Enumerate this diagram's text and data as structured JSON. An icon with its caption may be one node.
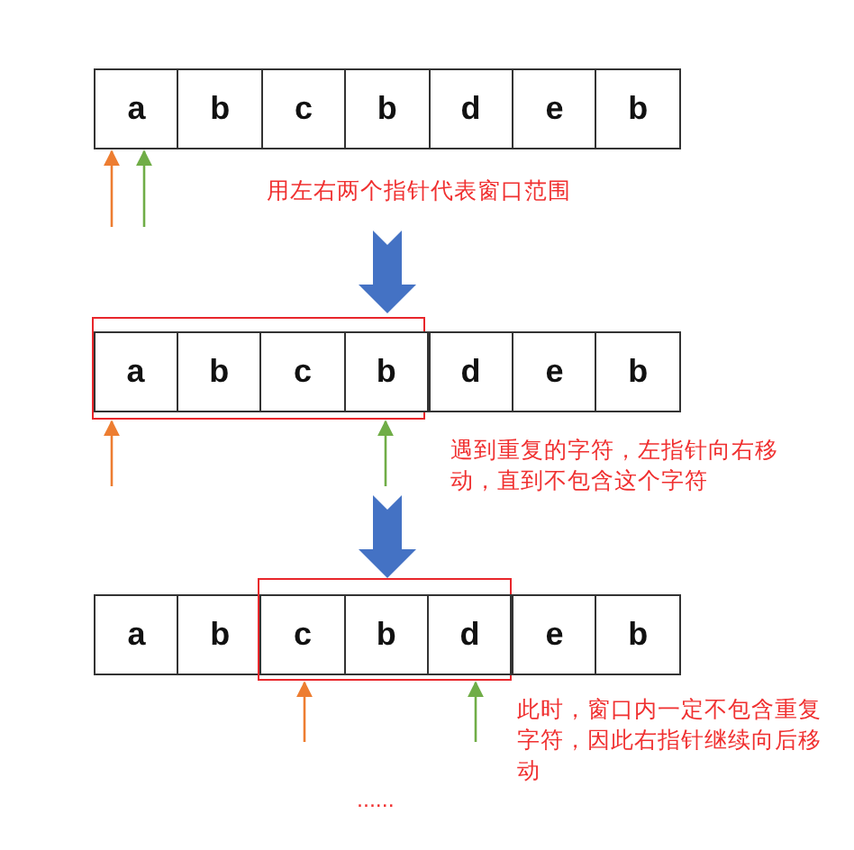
{
  "diagram": {
    "nodes": [
      {
        "text": [
          "a"
        ]
      },
      {
        "text": [
          "b"
        ]
      },
      {
        "text": [
          "c"
        ]
      },
      {
        "text": [
          "b"
        ]
      },
      {
        "text": [
          "d"
        ]
      },
      {
        "text": [
          "e"
        ]
      },
      {
        "text": [
          "b"
        ]
      },
      {
        "text": [],
        "shape": "box"
      },
      {
        "text": [
          "a"
        ],
        "in": 7
      },
      {
        "text": [
          "b"
        ],
        "in": 7
      },
      {
        "text": [
          "c"
        ],
        "in": 7
      },
      {
        "text": [
          "b"
        ],
        "in": 7
      },
      {
        "text": [
          "d"
        ]
      },
      {
        "text": [
          "e"
        ]
      },
      {
        "text": [
          "b"
        ]
      },
      {
        "text": [
          "a"
        ]
      },
      {
        "text": [
          "b"
        ]
      },
      {
        "text": [],
        "shape": "box"
      },
      {
        "text": [
          "c"
        ],
        "in": 17
      },
      {
        "text": [
          "b"
        ],
        "in": 17
      },
      {
        "text": [
          "d"
        ],
        "in": 17
      },
      {
        "text": [
          "e"
        ]
      },
      {
        "text": [
          "b"
        ]
      }
    ],
    "edges": [
      {
        "from": null,
        "to": 0,
        "arrow": "to",
        "color": "#ed7d31"
      },
      {
        "from": null,
        "to": 0,
        "arrow": "to",
        "color": "#70ad47"
      },
      {
        "from": null,
        "to": 7,
        "arrow": "to",
        "color": "#ed7d31"
      },
      {
        "from": null,
        "to": 7,
        "arrow": "to",
        "color": "#70ad47"
      },
      {
        "from": null,
        "to": 17,
        "arrow": "to",
        "color": "#ed7d31"
      },
      {
        "from": null,
        "to": 17,
        "arrow": "to",
        "color": "#70ad47"
      }
    ],
    "labels": [
      "用左右两个指针代表窗口范围",
      "遇到重复的字符，左指针向右移动，直到不包含这个字符",
      "此时，窗口内一定不包含重复字符，因此右指针继续向后移动",
      "......"
    ]
  }
}
